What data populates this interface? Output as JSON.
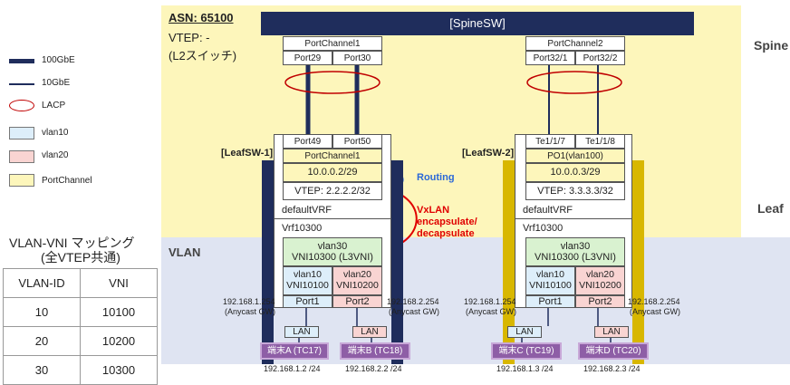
{
  "asn": "ASN: 65100",
  "spine_label": "Spine",
  "leaf_label": "Leaf",
  "vlan_label": "VLAN",
  "spine_switch": "[SpineSW]",
  "vtep_spine": "VTEP: -",
  "l2_switch": "(L2スイッチ)",
  "spine_pc1": {
    "name": "PortChannel1",
    "ports": [
      "Port29",
      "Port30"
    ]
  },
  "spine_pc2": {
    "name": "PortChannel2",
    "ports": [
      "Port32/1",
      "Port32/2"
    ]
  },
  "legend": [
    {
      "label": "100GbE",
      "color": "#1f2d5c"
    },
    {
      "label": "10GbE",
      "color": "#1f2d5c"
    },
    {
      "label": "LACP",
      "color": "#c00000"
    },
    {
      "label": "vlan10",
      "color": "#ddeefa"
    },
    {
      "label": "vlan20",
      "color": "#f9d4d2"
    },
    {
      "label": "PortChannel",
      "color": "#fdf6bb"
    }
  ],
  "leaf1": {
    "label": "[LeafSW-1]",
    "ports": [
      "Port49",
      "Port50"
    ],
    "portchannel": "PortChannel1",
    "ip": "10.0.0.2/29",
    "vtep": "VTEP: 2.2.2.2/32",
    "default_vrf": "defaultVRF",
    "vrf": "Vrf10300",
    "vlan30": "vlan30",
    "vni_l3": "VNI10300 (L3VNI)",
    "vlan10": "vlan10",
    "vni10": "VNI10100",
    "vlan20": "vlan20",
    "vni20": "VNI10200",
    "port1": "Port1",
    "port2": "Port2",
    "gw_left": "192.168.1.254",
    "gw_left_sub": "(Anycast GW)",
    "gw_right": "192.168.2.254",
    "gw_right_sub": "(Anycast GW)",
    "lan_a": "LAN",
    "lan_b": "LAN",
    "term_a": "端末A (TC17)",
    "term_b": "端末B (TC18)",
    "ip_a": "192.168.1.2 /24",
    "ip_b": "192.168.2.2 /24"
  },
  "leaf2": {
    "label": "[LeafSW-2]",
    "ports": [
      "Te1/1/7",
      "Te1/1/8"
    ],
    "portchannel": "PO1(vlan100)",
    "ip": "10.0.0.3/29",
    "vtep": "VTEP: 3.3.3.3/32",
    "default_vrf": "defaultVRF",
    "vrf": "Vrf10300",
    "vlan30": "vlan30",
    "vni_l3": "VNI10300 (L3VNI)",
    "vlan10": "vlan10",
    "vni10": "VNI10100",
    "vlan20": "vlan20",
    "vni20": "VNI10200",
    "port1": "Port1",
    "port2": "Port2",
    "gw_left": "192.168.1.254",
    "gw_left_sub": "(Anycast GW)",
    "gw_right": "192.168.2.254",
    "gw_right_sub": "(Anycast GW)",
    "lan_c": "LAN",
    "lan_d": "LAN",
    "term_c": "端末C (TC19)",
    "term_d": "端末D (TC20)",
    "ip_c": "192.168.1.3 /24",
    "ip_d": "192.168.2.3 /24"
  },
  "routing_label": "Routing",
  "vxlan_label": [
    "VxLAN",
    "encapsulate/",
    "decapsulate"
  ],
  "vni_table": {
    "title": "VLAN-VNI マッピング",
    "subtitle": "(全VTEP共通)",
    "headers": [
      "VLAN-ID",
      "VNI"
    ],
    "rows": [
      [
        "10",
        "10100"
      ],
      [
        "20",
        "10200"
      ],
      [
        "30",
        "10300"
      ]
    ]
  }
}
